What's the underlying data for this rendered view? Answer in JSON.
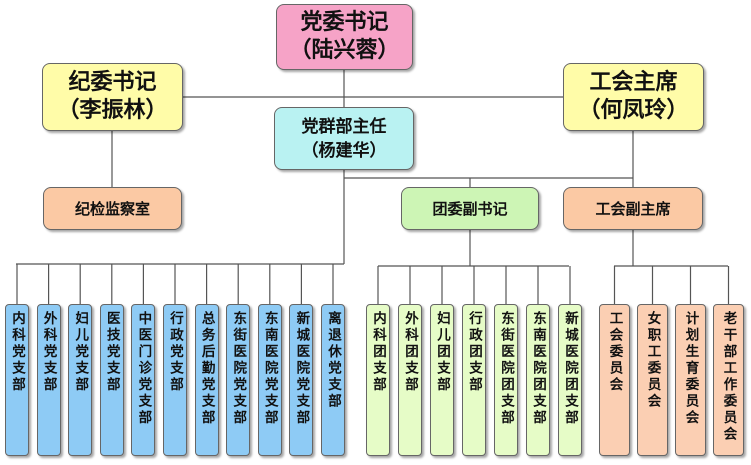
{
  "secretary": {
    "title": "党委书记",
    "name": "（陆兴蓉）"
  },
  "discipline_secretary": {
    "title": "纪委书记",
    "name": "（李振林）"
  },
  "union_chair": {
    "title": "工会主席",
    "name": "（何凤玲）"
  },
  "mass_director": {
    "title": "党群部主任",
    "name": "（杨建华）"
  },
  "inspection_office": "纪检监察室",
  "youth_deputy": "团委副书记",
  "union_deputy": "工会副主席",
  "party_branches": [
    "内科党支部",
    "外科党支部",
    "妇儿党支部",
    "医技党支部",
    "中医门诊党支部",
    "行政党支部",
    "总务后勤党支部",
    "东街医院党支部",
    "东南医院党支部",
    "新城医院党支部",
    "离退休党支部"
  ],
  "youth_branches": [
    "内科团支部",
    "外科团支部",
    "妇儿团支部",
    "行政团支部",
    "东街医院团支部",
    "东南医院团支部",
    "新城医院团支部"
  ],
  "union_committees": [
    "工会委员会",
    "女职工委员会",
    "计划生育委员会",
    "老干部工作委员会"
  ],
  "colors": {
    "pink": "#f6a3c7",
    "yellow": "#fffca8",
    "cyan": "#b9f2f2",
    "orange": "#fbc9a4",
    "green": "#cdf5b5",
    "blue": "#8ecbf5",
    "light_green": "#e6fcc7",
    "light_orange": "#fbcfb3"
  }
}
